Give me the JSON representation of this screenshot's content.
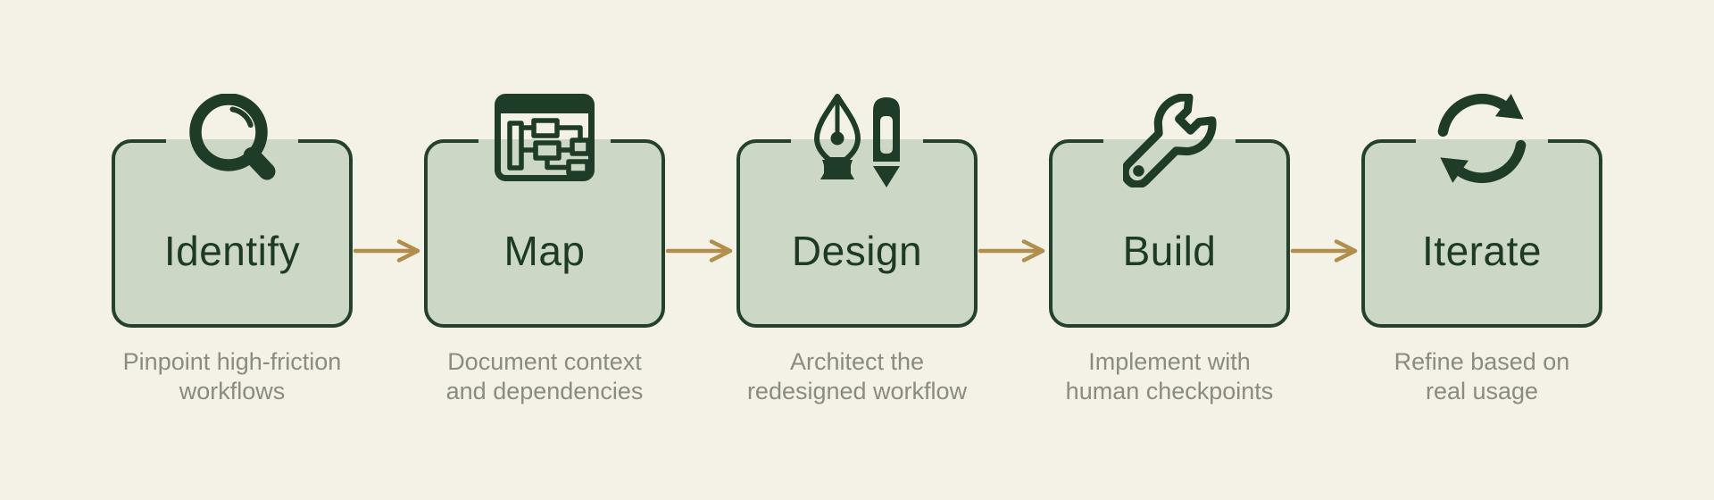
{
  "palette": {
    "background": "#f4f1e7",
    "box_fill": "#ccd8c5",
    "box_border": "#24412d",
    "title_color": "#1d3a27",
    "caption_color": "#8b8b81",
    "arrow_color": "#b28e4d",
    "icon_color": "#1e3c28"
  },
  "steps": [
    {
      "title": "Identify",
      "caption": "Pinpoint high-friction\nworkflows",
      "icon": "magnifier-icon"
    },
    {
      "title": "Map",
      "caption": "Document context\nand dependencies",
      "icon": "flowchart-window-icon"
    },
    {
      "title": "Design",
      "caption": "Architect the\nredesigned workflow",
      "icon": "pen-and-pencil-icon"
    },
    {
      "title": "Build",
      "caption": "Implement with\nhuman checkpoints",
      "icon": "wrench-icon"
    },
    {
      "title": "Iterate",
      "caption": "Refine based on\nreal usage",
      "icon": "refresh-cycle-icon"
    }
  ],
  "connector": {
    "shape": "arrow-right",
    "count": 4
  }
}
